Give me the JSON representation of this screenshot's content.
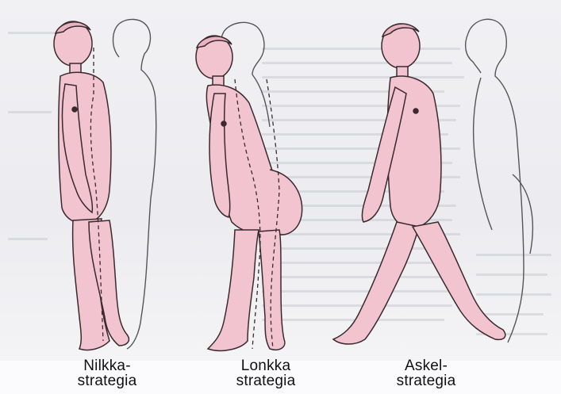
{
  "colors": {
    "figure_fill": "#f2c4d0",
    "figure_outline": "#3a2a2e",
    "ghost_outline": "#4a4a4a",
    "background_page": "#ececf0"
  },
  "captions": [
    {
      "line1": "Nilkka-",
      "line2": "strategia"
    },
    {
      "line1": "Lonkka",
      "line2": "strategia"
    },
    {
      "line1": "Askel-",
      "line2": "strategia"
    }
  ]
}
